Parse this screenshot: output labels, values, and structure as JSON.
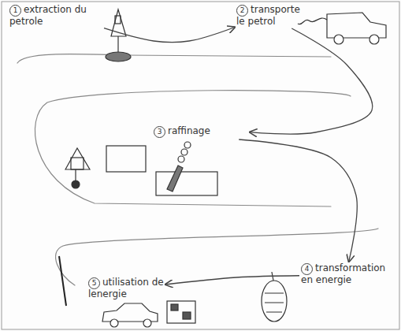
{
  "diagram": {
    "nodes": [
      {
        "text": [
          "1",
          "extraction du petrole"
        ]
      },
      {
        "text": [
          "2",
          "transporte le petrol"
        ]
      },
      {
        "text": [
          "3",
          "raffinage"
        ]
      },
      {
        "text": [
          "4",
          "transformation en energie"
        ]
      },
      {
        "text": [
          "5",
          "utilisation de lenergie"
        ]
      }
    ],
    "edges": [
      {
        "from": 0,
        "to": 1,
        "arrow": "to"
      },
      {
        "from": 1,
        "to": 2,
        "arrow": "to"
      },
      {
        "from": 2,
        "to": 3,
        "arrow": "to"
      },
      {
        "from": 3,
        "to": 4,
        "arrow": "to"
      }
    ]
  }
}
